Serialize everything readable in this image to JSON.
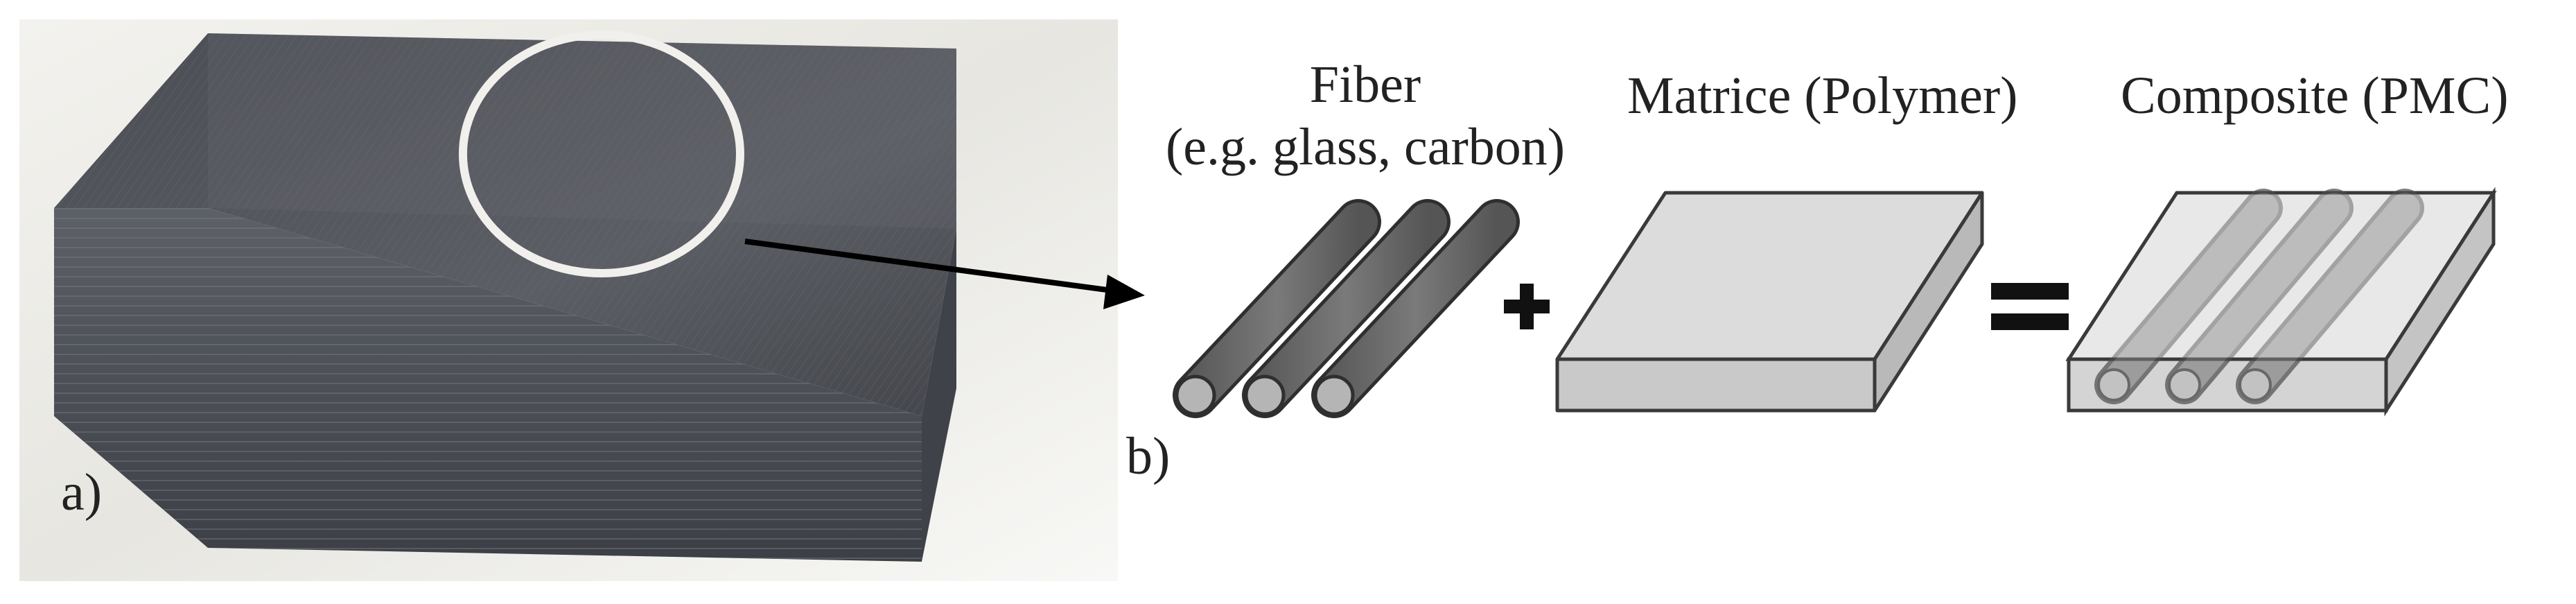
{
  "panel_a": {
    "label": "a)"
  },
  "panel_b": {
    "label": "b)",
    "fiber": {
      "title_line1": "Fiber",
      "title_line2": "(e.g. glass, carbon)"
    },
    "matrix": {
      "title": "Matrice (Polymer)"
    },
    "composite": {
      "title": "Composite (PMC)"
    }
  },
  "colors": {
    "fiber_fill": "#6e6e6e",
    "fiber_end": "#b5b5b5",
    "matrix_top": "#dcdcdc",
    "matrix_side": "#c6c6c6",
    "outline": "#3a3a3a",
    "block_face": "#4a4e55",
    "block_top": "#55585e",
    "callout_ring": "#f2f0ec"
  },
  "icons": [
    "plus-icon",
    "equals-icon",
    "arrow-icon"
  ]
}
